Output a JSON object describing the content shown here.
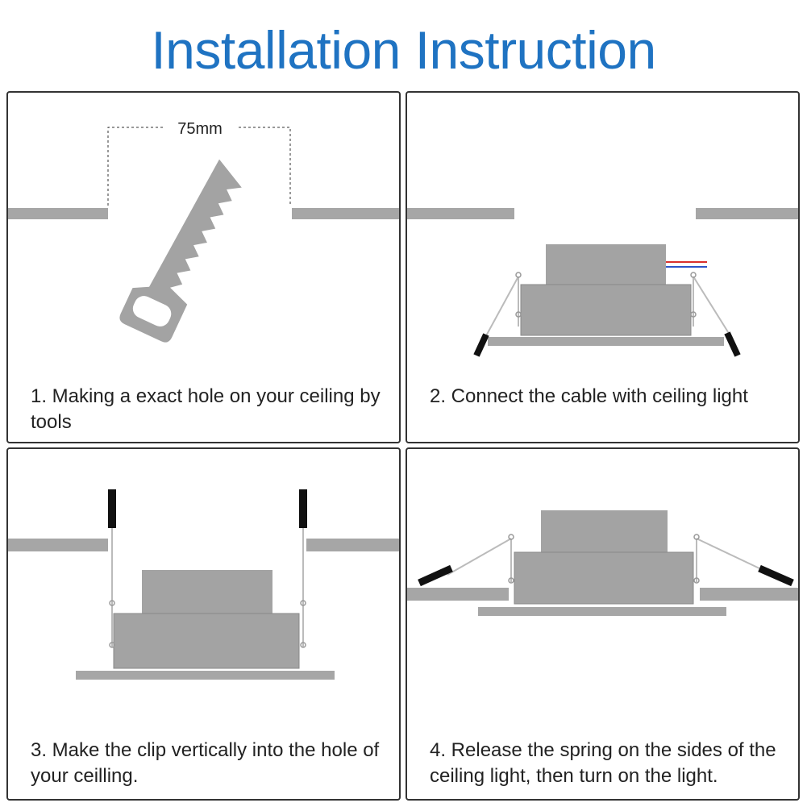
{
  "title": "Installation Instruction",
  "steps": [
    {
      "caption": "1. Making a exact hole on your ceiling by tools",
      "dimension": "75mm"
    },
    {
      "caption": "2. Connect the cable with ceiling light"
    },
    {
      "caption": "3. Make the clip vertically into the hole of your ceilling."
    },
    {
      "caption": "4. Release the spring on the sides of the ceiling light, then turn on the light."
    }
  ],
  "colors": {
    "title": "#1f73c2",
    "ceiling": "#a6a6a6",
    "light_body": "#a3a3a3",
    "spring": "#111111",
    "wire_red": "#d9302c",
    "wire_blue": "#2c54c9"
  }
}
